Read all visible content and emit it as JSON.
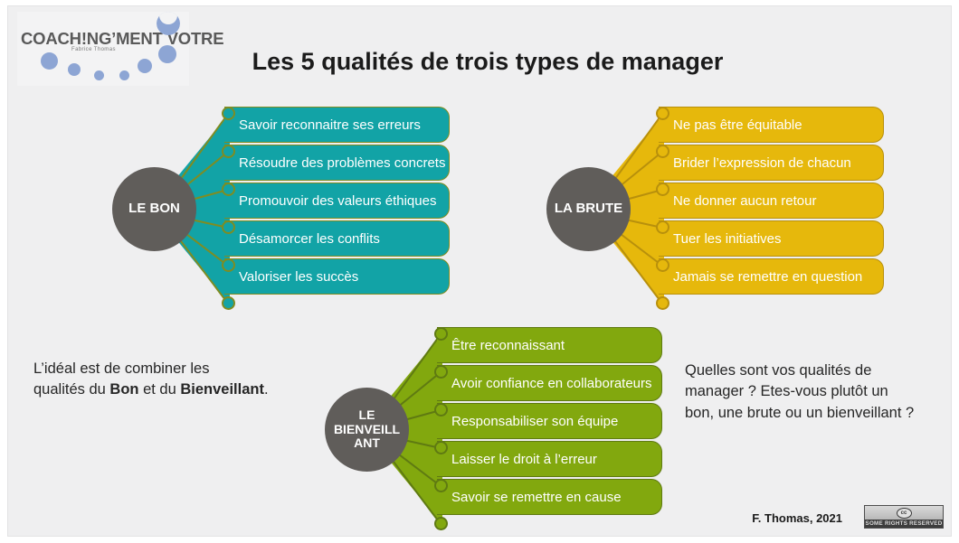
{
  "slide": {
    "title": "Les 5 qualités de trois types de manager",
    "background_color": "#EFEFF0"
  },
  "logo": {
    "wordmark": "COACH!NG’MENT VOTRE",
    "subtitle": "Fabrice Thomas",
    "dot_color": "#8DA5D4"
  },
  "clusters": [
    {
      "id": "le-bon",
      "hub_label": "LE BON",
      "color": "#12A3A6",
      "border_color": "#7F8C22",
      "items": [
        "Savoir reconnaitre ses erreurs",
        "Résoudre des problèmes concrets",
        "Promouvoir des valeurs éthiques",
        "Désamorcer les conflits",
        "Valoriser les succès"
      ]
    },
    {
      "id": "la-brute",
      "hub_label": "LA BRUTE",
      "color": "#E6B80C",
      "border_color": "#B8900C",
      "items": [
        "Ne pas être équitable",
        "Brider l’expression de chacun",
        "Ne donner aucun retour",
        "Tuer les initiatives",
        "Jamais se remettre en question"
      ]
    },
    {
      "id": "le-bienveillant",
      "hub_label": "LE BIENVEILL ANT",
      "hub_lines": [
        "LE",
        "BIENVEILL",
        "ANT"
      ],
      "color": "#82A80E",
      "border_color": "#5F7A12",
      "items": [
        "Être reconnaissant",
        "Avoir confiance en collaborateurs",
        "Responsabiliser son équipe",
        "Laisser le droit à l’erreur",
        "Savoir se remettre en cause"
      ]
    }
  ],
  "notes": {
    "left": {
      "line1": "L’idéal est de combiner les",
      "line2_prefix": "qualités du ",
      "line2_bold1": "Bon",
      "line2_middle": " et du ",
      "line2_bold2": "Bienveillant",
      "line2_suffix": "."
    },
    "right": {
      "line1": "Quelles sont vos qualités de",
      "line2": "manager ? Etes-vous plutôt un",
      "line3": "bon, une brute ou un bienveillant ?"
    }
  },
  "footer": {
    "credit": "F. Thomas, 2021",
    "license_mark": "cc",
    "license_text": "SOME RIGHTS RESERVED"
  }
}
